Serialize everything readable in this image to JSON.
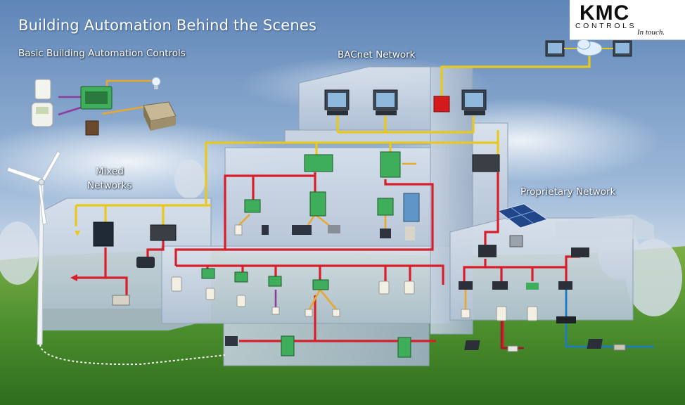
{
  "diagram": {
    "title": "Building Automation Behind the Scenes",
    "sections": {
      "basic": "Basic Building Automation Controls",
      "bacnet": "BACnet Network",
      "mixed_line1": "Mixed",
      "mixed_line2": "Networks",
      "proprietary": "Proprietary Network"
    },
    "colors": {
      "bacnet_link": "#e8c81f",
      "controller_bus": "#d81e2b",
      "field_wire": "#8e3d9d",
      "proprietary_bus": "#1d7bc2",
      "sensor_wire": "#e8a830",
      "firewall": "#d41a1a",
      "controller_body": "#3fae5a"
    },
    "icons": [
      "wind-turbine-icon",
      "workstation-icon",
      "cloud-icon",
      "controller-icon",
      "thermostat-icon",
      "router-icon",
      "solar-panel-icon",
      "laptop-icon",
      "firewall-icon"
    ]
  },
  "logo": {
    "wordmark": "KMC",
    "subline": "CONTROLS",
    "tagline": "In touch."
  }
}
